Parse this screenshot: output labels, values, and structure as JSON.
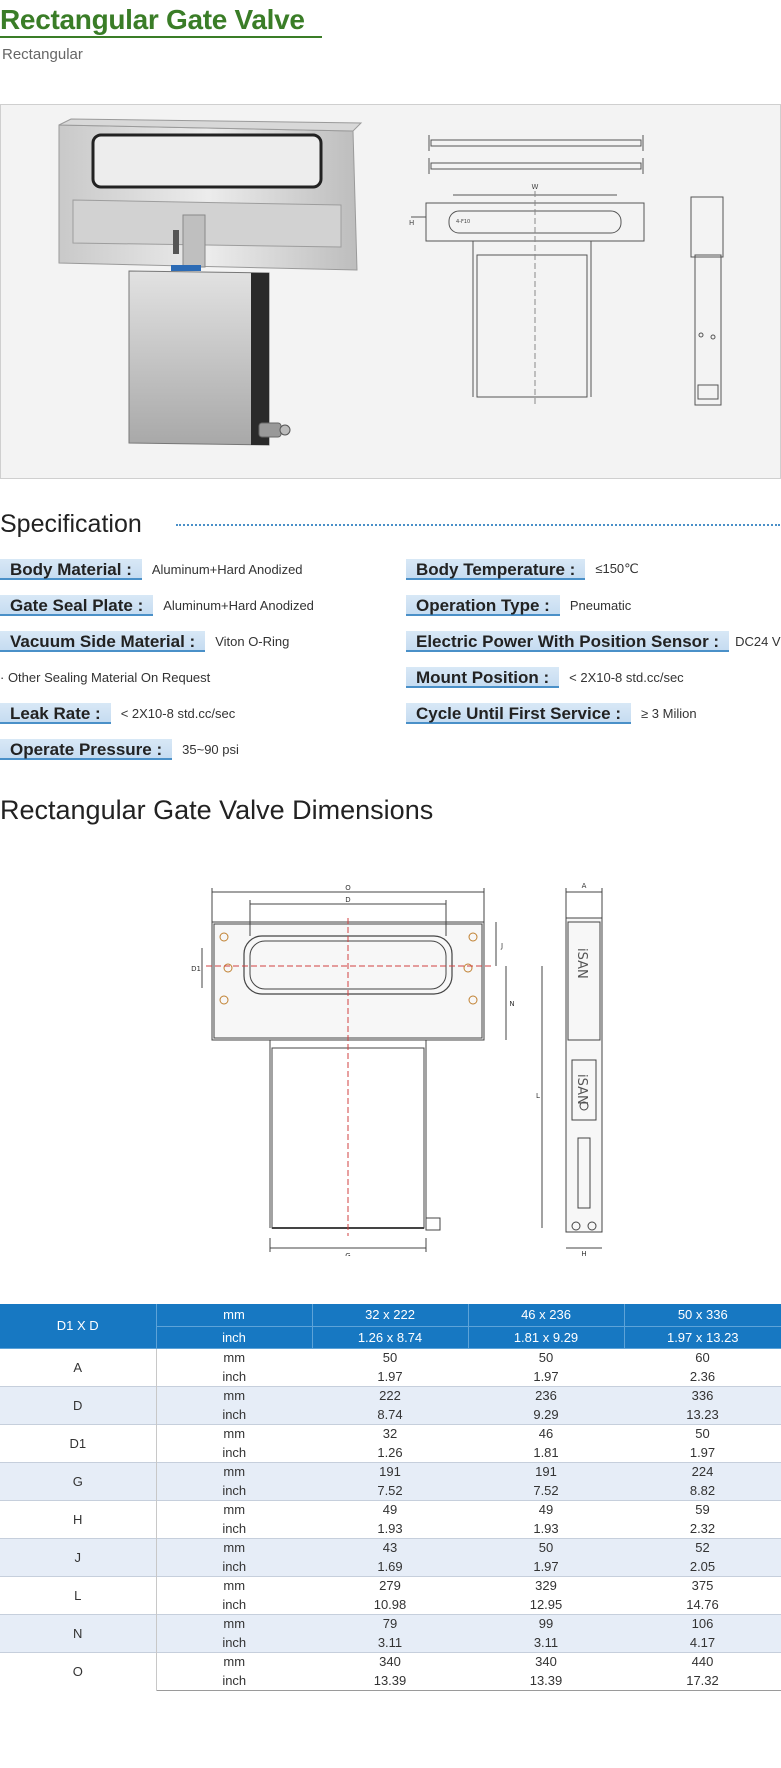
{
  "header": {
    "title": "Rectangular Gate Valve",
    "subtitle": "Rectangular"
  },
  "drawing_labels": {
    "W": "W",
    "H": "H",
    "hole": "4-F10",
    "O": "O",
    "D": "D",
    "D1": "D1",
    "J": "J",
    "N": "N",
    "L": "L",
    "G": "G",
    "A": "A",
    "brand": "iSAN"
  },
  "spec": {
    "heading": "Specification",
    "left": [
      {
        "label": "Body Material :",
        "value": "Aluminum+Hard Anodized"
      },
      {
        "label": "Gate Seal Plate :",
        "value": "Aluminum+Hard Anodized"
      },
      {
        "label": "Vacuum Side Material :",
        "value": "Viton O-Ring"
      },
      {
        "label": "Leak Rate :",
        "value": "< 2X10-8 std.cc/sec"
      },
      {
        "label": "Operate Pressure :",
        "value": "35~90 psi"
      }
    ],
    "note": "· Other Sealing Material On Request",
    "right": [
      {
        "label": "Body Temperature :",
        "value": "≤150℃"
      },
      {
        "label": "Operation Type :",
        "value": "Pneumatic"
      },
      {
        "label": "Electric Power With Position Sensor :",
        "value": "DC24 V"
      },
      {
        "label": "Mount Position :",
        "value": "< 2X10-8 std.cc/sec"
      },
      {
        "label": "Cycle Until First Service :",
        "value": "≥ 3 Milion"
      }
    ]
  },
  "dimensions": {
    "heading": "Rectangular Gate Valve Dimensions",
    "header_label": "D1 X D",
    "header_units": [
      "mm",
      "inch"
    ],
    "header_sizes_mm": [
      "32 x 222",
      "46 x 236",
      "50 x 336"
    ],
    "header_sizes_inch": [
      "1.26 x 8.74",
      "1.81 x 9.29",
      "1.97 x 13.23"
    ],
    "rows": [
      {
        "name": "A",
        "mm": [
          "50",
          "50",
          "60"
        ],
        "inch": [
          "1.97",
          "1.97",
          "2.36"
        ]
      },
      {
        "name": "D",
        "mm": [
          "222",
          "236",
          "336"
        ],
        "inch": [
          "8.74",
          "9.29",
          "13.23"
        ]
      },
      {
        "name": "D1",
        "mm": [
          "32",
          "46",
          "50"
        ],
        "inch": [
          "1.26",
          "1.81",
          "1.97"
        ]
      },
      {
        "name": "G",
        "mm": [
          "191",
          "191",
          "224"
        ],
        "inch": [
          "7.52",
          "7.52",
          "8.82"
        ]
      },
      {
        "name": "H",
        "mm": [
          "49",
          "49",
          "59"
        ],
        "inch": [
          "1.93",
          "1.93",
          "2.32"
        ]
      },
      {
        "name": "J",
        "mm": [
          "43",
          "50",
          "52"
        ],
        "inch": [
          "1.69",
          "1.97",
          "2.05"
        ]
      },
      {
        "name": "L",
        "mm": [
          "279",
          "329",
          "375"
        ],
        "inch": [
          "10.98",
          "12.95",
          "14.76"
        ]
      },
      {
        "name": "N",
        "mm": [
          "79",
          "99",
          "106"
        ],
        "inch": [
          "3.11",
          "3.11",
          "4.17"
        ]
      },
      {
        "name": "O",
        "mm": [
          "340",
          "340",
          "440"
        ],
        "inch": [
          "13.39",
          "13.39",
          "17.32"
        ]
      }
    ]
  },
  "colors": {
    "title_green": "#3a7d27",
    "accent_blue": "#1778c2",
    "label_bg": "#c6dcf1",
    "row_shade": "#e6edf7"
  }
}
